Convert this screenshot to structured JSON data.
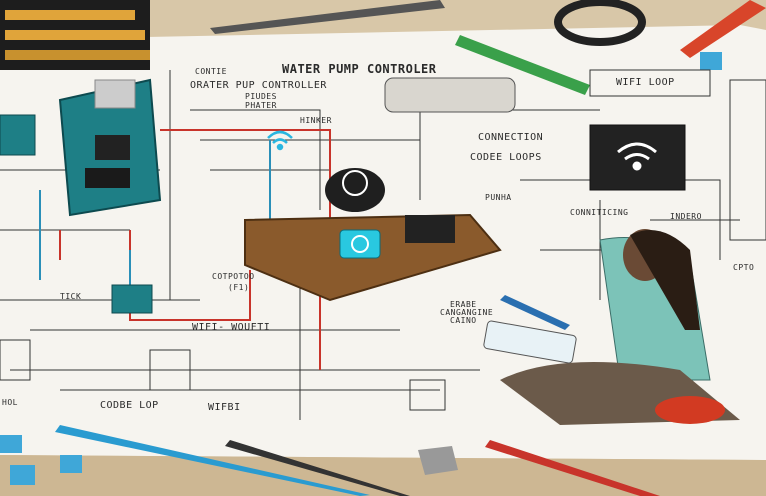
{
  "labels": {
    "title": "WATER PUMP CONTROLER",
    "sub1": "CONTIE",
    "sub2": "ORATER PUP CONTROLLER",
    "sub3": "PIUDES",
    "sub4": "PHATER",
    "hinker": "HINKER",
    "wifi_loop": "WIFI LOOP",
    "connection": "CONNECTION",
    "code_loops": "CODEE LOOPS",
    "punha": "PUNHA",
    "connecting": "CONNITICING",
    "indero": "INDERO",
    "cpto": "CPTO",
    "cotpotoo": "COTPOTOO",
    "f1": "(F1)",
    "erabe": "ERABE",
    "canging": "CANGANGINE",
    "caino": "CAINO",
    "wifi_wouft": "WIFI- WOUFTI",
    "codbe_lop": "CODBE LOP",
    "wifbi": "WIFBI",
    "hol": "HOL",
    "tick": "TICK"
  },
  "colors": {
    "paper": "#f6f4ef",
    "table": "#d8c7a8",
    "wire_red": "#c8342b",
    "wire_blue": "#2a8fb8",
    "board_teal": "#1e7f86",
    "board_brown": "#8a5a2c",
    "shirt": "#7cc3b8",
    "pants": "#6b5a4a"
  },
  "icons": [
    "wifi-icon",
    "spiral-logo-icon",
    "pencil-icon",
    "ring-icon"
  ]
}
